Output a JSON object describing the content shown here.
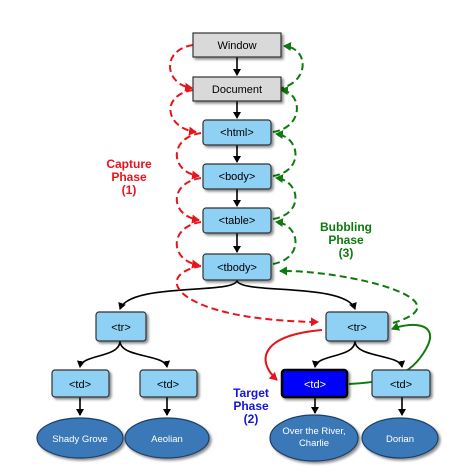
{
  "nodes": {
    "window": "Window",
    "document": "Document",
    "html": "<html>",
    "body": "<body>",
    "table": "<table>",
    "tbody": "<tbody>",
    "tr_left": "<tr>",
    "tr_right": "<tr>",
    "td_1": "<td>",
    "td_2": "<td>",
    "td_target": "<td>",
    "td_4": "<td>"
  },
  "leaves": {
    "leaf_1": "Shady Grove",
    "leaf_2": "Aeolian",
    "leaf_3_line1": "Over the River,",
    "leaf_3_line2": "Charlie",
    "leaf_4": "Dorian"
  },
  "phases": {
    "capture": {
      "line1": "Capture",
      "line2": "Phase",
      "line3": "(1)",
      "color": "#e8141b"
    },
    "bubbling": {
      "line1": "Bubbling",
      "line2": "Phase",
      "line3": "(3)",
      "color": "#0d7a0d"
    },
    "target": {
      "line1": "Target",
      "line2": "Phase",
      "line3": "(2)",
      "color": "#1414d8"
    }
  },
  "colors": {
    "window_fill": "#d9d9d9",
    "element_fill": "#8fd0f5",
    "target_fill": "#0000ff",
    "leaf_fill": "#3a78b8",
    "capture": "#e8141b",
    "bubbling": "#0d7a0d",
    "tree_line": "#000000"
  }
}
